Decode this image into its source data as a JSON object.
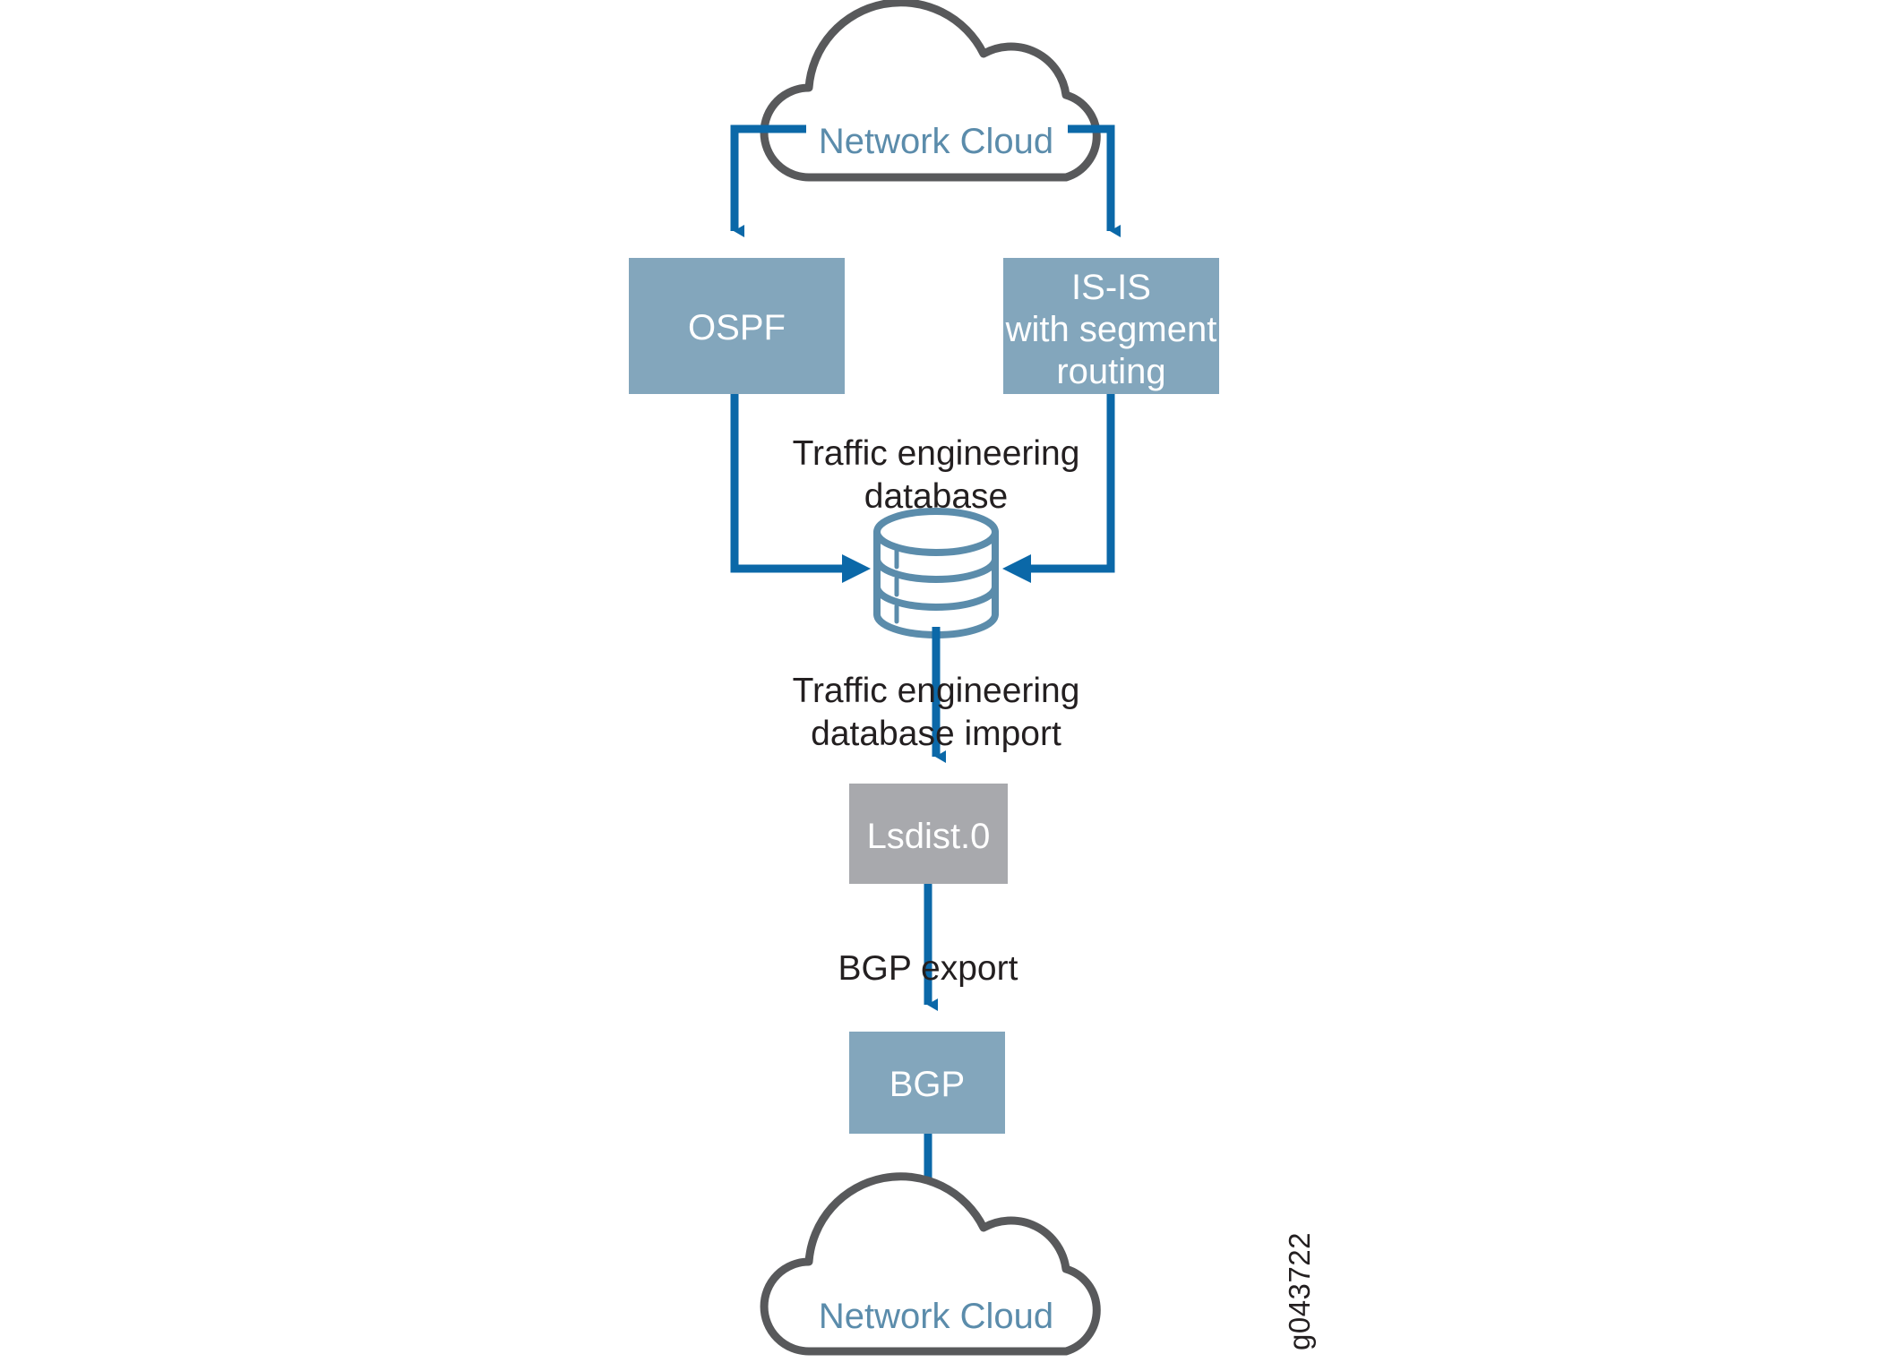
{
  "diagram": {
    "title": "Traffic engineering database flow from IGP to BGP-LS",
    "watermark_id": "g043722",
    "colors": {
      "process_box_fill": "#83A6BC",
      "table_box_fill": "#A8A9AD",
      "arrow_blue": "#0B68A8",
      "cloud_outline": "#58595B",
      "cloud_text": "#5B8CAB",
      "database_outline": "#5B8CAB",
      "label_text": "#231F20",
      "box_text": "#FFFFFF",
      "background": "#FFFFFF"
    },
    "nodes": {
      "cloud_top": {
        "label": "Network Cloud",
        "shape": "cloud"
      },
      "ospf": {
        "label": "OSPF",
        "shape": "rectangle"
      },
      "isis": {
        "label": "IS-IS\nwith segment\nrouting",
        "shape": "rectangle"
      },
      "ted": {
        "label": "Traffic engineering\ndatabase",
        "shape": "cylinder"
      },
      "lsdist": {
        "label": "Lsdist.0",
        "shape": "rectangle"
      },
      "bgp": {
        "label": "BGP",
        "shape": "rectangle"
      },
      "cloud_bottom": {
        "label": "Network Cloud",
        "shape": "cloud"
      }
    },
    "edges": {
      "ted_import": {
        "label": "Traffic engineering\ndatabase import"
      },
      "bgp_export": {
        "label": "BGP export"
      }
    }
  }
}
